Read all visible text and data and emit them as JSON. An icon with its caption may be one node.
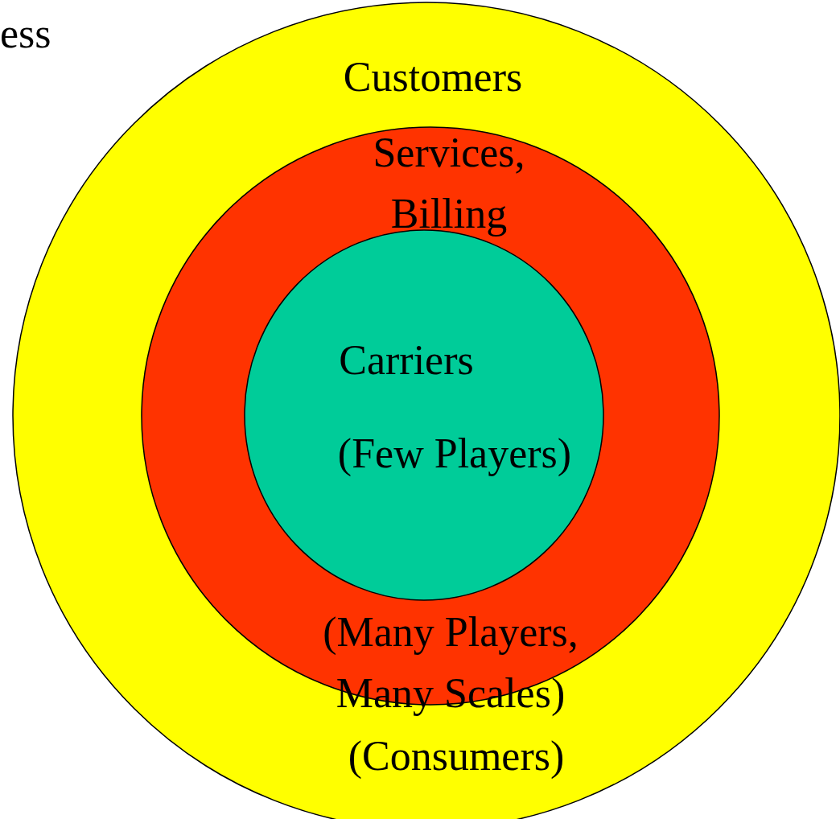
{
  "diagram": {
    "nodes": [
      {
        "text": [
          "Customers",
          "(Consumers)"
        ]
      },
      {
        "text": [
          "Services, Billing",
          "(Many Players, Many Scales)"
        ],
        "in": 0
      },
      {
        "text": [
          "Carriers",
          "(Few Players)"
        ],
        "in": 1
      }
    ],
    "labels": [
      "ess"
    ]
  }
}
